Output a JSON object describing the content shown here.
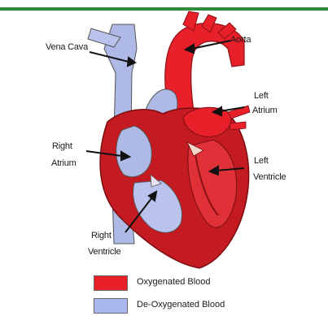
{
  "labels": {
    "vena_cava": "Vena Cava",
    "aorta": "Aorta",
    "left_atrium_1": "Left",
    "left_atrium_2": "Atrium",
    "right_atrium_1": "Right",
    "right_atrium_2": "Atrium",
    "left_ventricle_1": "Left",
    "left_ventricle_2": "Ventricle",
    "right_ventricle_1": "Right",
    "right_ventricle_2": "Ventricle"
  },
  "legend": {
    "oxygenated": "Oxygenated Blood",
    "deoxygenated": "De-Oxygenated Blood"
  },
  "colors": {
    "oxygenated": "#e8202a",
    "deoxygenated": "#a9b8f0",
    "heart_wall": "#c41a22",
    "accent_bar": "#2f8a39"
  }
}
